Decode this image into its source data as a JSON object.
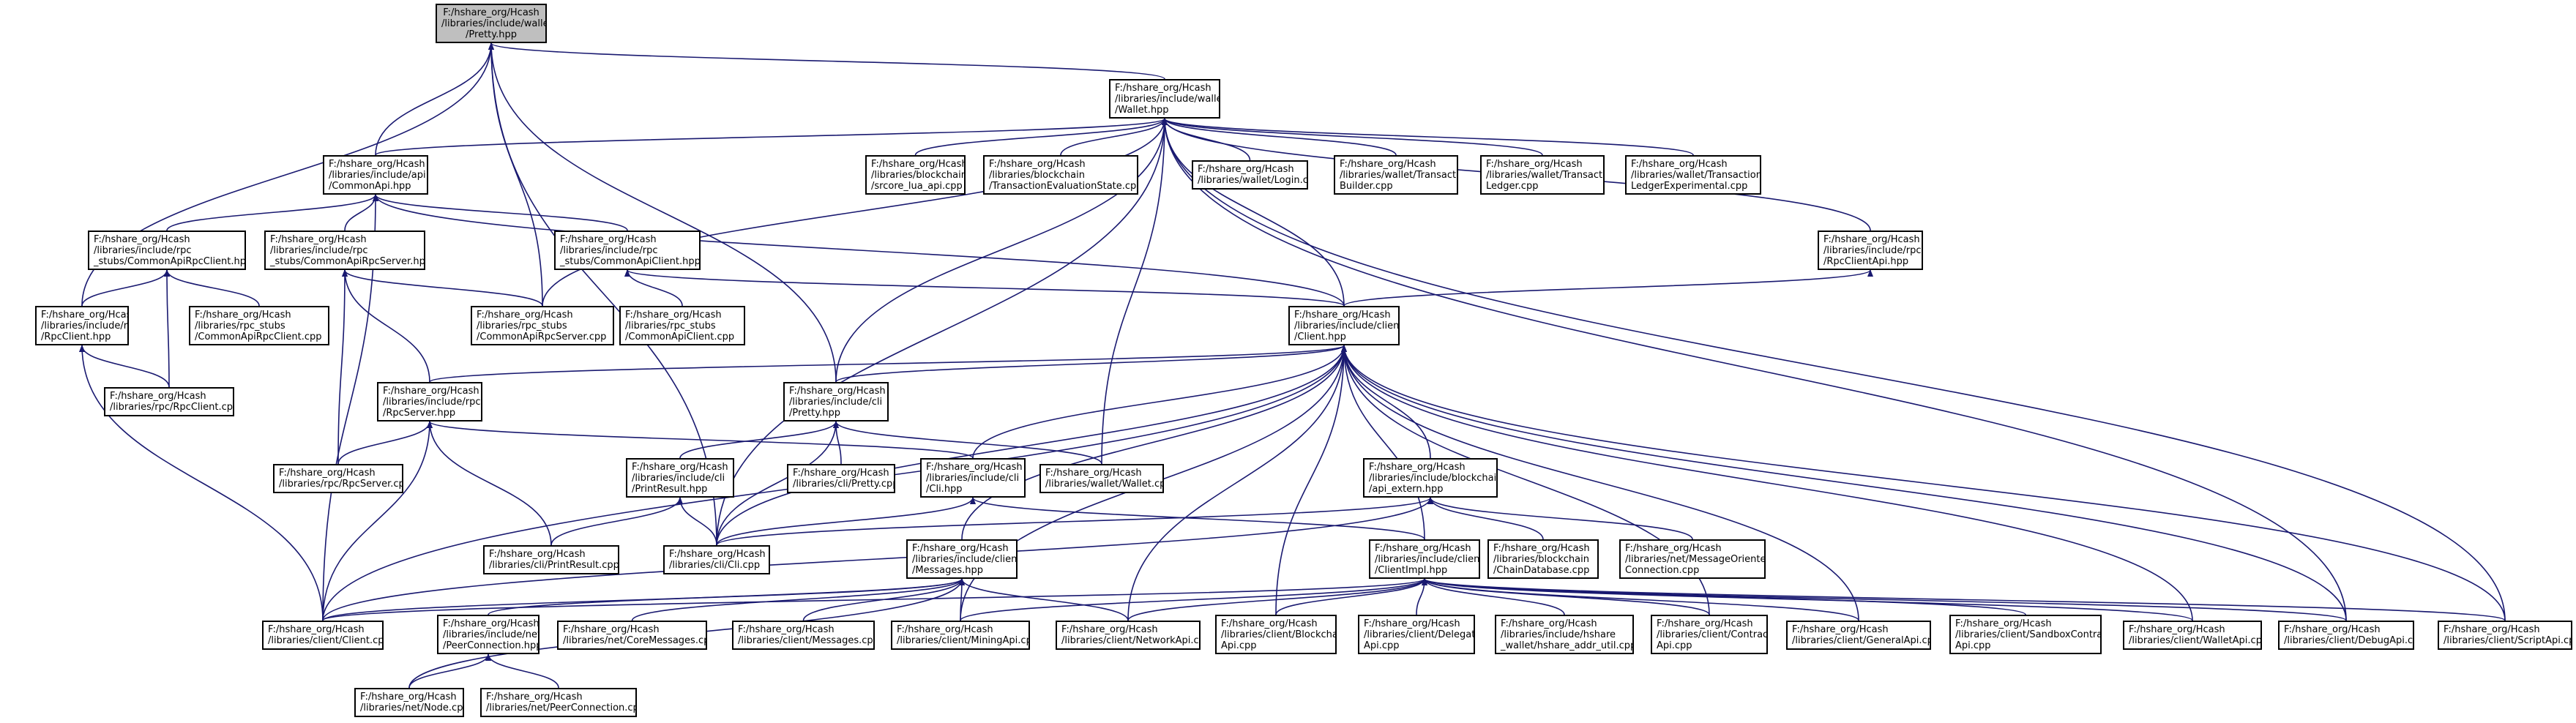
{
  "colors": {
    "edge": "#191970",
    "root_fill": "#bfbfbf",
    "node_fill": "#ffffff",
    "border": "#000000"
  },
  "nodes": {
    "pretty_hpp_root": [
      "F:/hshare_org/Hcash",
      "/libraries/include/wallet",
      "/Pretty.hpp"
    ],
    "wallet_hpp": [
      "F:/hshare_org/Hcash",
      "/libraries/include/wallet",
      "/Wallet.hpp"
    ],
    "common_api_hpp": [
      "F:/hshare_org/Hcash",
      "/libraries/include/api",
      "/CommonApi.hpp"
    ],
    "srcore_lua_api_cpp": [
      "F:/hshare_org/Hcash",
      "/libraries/blockchain",
      "/srcore_lua_api.cpp"
    ],
    "transaction_eval_state_cpp": [
      "F:/hshare_org/Hcash",
      "/libraries/blockchain",
      "/TransactionEvaluationState.cpp"
    ],
    "login_cpp": [
      "F:/hshare_org/Hcash",
      "/libraries/wallet/Login.cpp"
    ],
    "transaction_builder_cpp": [
      "F:/hshare_org/Hcash",
      "/libraries/wallet/Transaction",
      "Builder.cpp"
    ],
    "transaction_ledger_cpp": [
      "F:/hshare_org/Hcash",
      "/libraries/wallet/Transaction",
      "Ledger.cpp"
    ],
    "transaction_ledger_exp_cpp": [
      "F:/hshare_org/Hcash",
      "/libraries/wallet/Transaction",
      "LedgerExperimental.cpp"
    ],
    "common_api_rpc_client_hpp": [
      "F:/hshare_org/Hcash",
      "/libraries/include/rpc",
      "_stubs/CommonApiRpcClient.hpp"
    ],
    "common_api_rpc_server_hpp": [
      "F:/hshare_org/Hcash",
      "/libraries/include/rpc",
      "_stubs/CommonApiRpcServer.hpp"
    ],
    "common_api_client_hpp": [
      "F:/hshare_org/Hcash",
      "/libraries/include/rpc",
      "_stubs/CommonApiClient.hpp"
    ],
    "rpc_client_api_hpp": [
      "F:/hshare_org/Hcash",
      "/libraries/include/rpc",
      "/RpcClientApi.hpp"
    ],
    "rpc_client_hpp": [
      "F:/hshare_org/Hcash",
      "/libraries/include/rpc",
      "/RpcClient.hpp"
    ],
    "common_api_rpc_client_cpp": [
      "F:/hshare_org/Hcash",
      "/libraries/rpc_stubs",
      "/CommonApiRpcClient.cpp"
    ],
    "common_api_rpc_server_cpp": [
      "F:/hshare_org/Hcash",
      "/libraries/rpc_stubs",
      "/CommonApiRpcServer.cpp"
    ],
    "common_api_client_cpp": [
      "F:/hshare_org/Hcash",
      "/libraries/rpc_stubs",
      "/CommonApiClient.cpp"
    ],
    "client_hpp": [
      "F:/hshare_org/Hcash",
      "/libraries/include/client",
      "/Client.hpp"
    ],
    "rpc_client_cpp": [
      "F:/hshare_org/Hcash",
      "/libraries/rpc/RpcClient.cpp"
    ],
    "rpc_server_hpp": [
      "F:/hshare_org/Hcash",
      "/libraries/include/rpc",
      "/RpcServer.hpp"
    ],
    "cli_pretty_hpp": [
      "F:/hshare_org/Hcash",
      "/libraries/include/cli",
      "/Pretty.hpp"
    ],
    "rpc_server_cpp": [
      "F:/hshare_org/Hcash",
      "/libraries/rpc/RpcServer.cpp"
    ],
    "print_result_hpp": [
      "F:/hshare_org/Hcash",
      "/libraries/include/cli",
      "/PrintResult.hpp"
    ],
    "cli_pretty_cpp": [
      "F:/hshare_org/Hcash",
      "/libraries/cli/Pretty.cpp"
    ],
    "cli_hpp": [
      "F:/hshare_org/Hcash",
      "/libraries/include/cli",
      "/Cli.hpp"
    ],
    "wallet_cpp": [
      "F:/hshare_org/Hcash",
      "/libraries/wallet/Wallet.cpp"
    ],
    "api_extern_hpp": [
      "F:/hshare_org/Hcash",
      "/libraries/include/blockchain",
      "/api_extern.hpp"
    ],
    "print_result_cpp": [
      "F:/hshare_org/Hcash",
      "/libraries/cli/PrintResult.cpp"
    ],
    "cli_cpp": [
      "F:/hshare_org/Hcash",
      "/libraries/cli/Cli.cpp"
    ],
    "chain_database_cpp": [
      "F:/hshare_org/Hcash",
      "/libraries/blockchain",
      "/ChainDatabase.cpp"
    ],
    "message_oriented_connection_cpp": [
      "F:/hshare_org/Hcash",
      "/libraries/net/MessageOriented",
      "Connection.cpp"
    ],
    "messages_hpp": [
      "F:/hshare_org/Hcash",
      "/libraries/include/client",
      "/Messages.hpp"
    ],
    "client_impl_hpp": [
      "F:/hshare_org/Hcash",
      "/libraries/include/client",
      "/ClientImpl.hpp"
    ],
    "client_cpp": [
      "F:/hshare_org/Hcash",
      "/libraries/client/Client.cpp"
    ],
    "peer_connection_hpp": [
      "F:/hshare_org/Hcash",
      "/libraries/include/net",
      "/PeerConnection.hpp"
    ],
    "core_messages_cpp": [
      "F:/hshare_org/Hcash",
      "/libraries/net/CoreMessages.cpp"
    ],
    "messages_cpp": [
      "F:/hshare_org/Hcash",
      "/libraries/client/Messages.cpp"
    ],
    "mining_api_cpp": [
      "F:/hshare_org/Hcash",
      "/libraries/client/MiningApi.cpp"
    ],
    "network_api_cpp": [
      "F:/hshare_org/Hcash",
      "/libraries/client/NetworkApi.cpp"
    ],
    "blockchain_api_cpp": [
      "F:/hshare_org/Hcash",
      "/libraries/client/Blockchain",
      "Api.cpp"
    ],
    "delegate_api_cpp": [
      "F:/hshare_org/Hcash",
      "/libraries/client/Delegate",
      "Api.cpp"
    ],
    "hshare_addr_util_cpp": [
      "F:/hshare_org/Hcash",
      "/libraries/include/hshare",
      "_wallet/hshare_addr_util.cpp"
    ],
    "contract_api_cpp": [
      "F:/hshare_org/Hcash",
      "/libraries/client/Contract",
      "Api.cpp"
    ],
    "general_api_cpp": [
      "F:/hshare_org/Hcash",
      "/libraries/client/GeneralApi.cpp"
    ],
    "sandbox_contract_api_cpp": [
      "F:/hshare_org/Hcash",
      "/libraries/client/SandboxContract",
      "Api.cpp"
    ],
    "wallet_api_cpp": [
      "F:/hshare_org/Hcash",
      "/libraries/client/WalletApi.cpp"
    ],
    "debug_api_cpp": [
      "F:/hshare_org/Hcash",
      "/libraries/client/DebugApi.cpp"
    ],
    "script_api_cpp": [
      "F:/hshare_org/Hcash",
      "/libraries/client/ScriptApi.cpp"
    ],
    "node_cpp": [
      "F:/hshare_org/Hcash",
      "/libraries/net/Node.cpp"
    ],
    "peer_connection_cpp": [
      "F:/hshare_org/Hcash",
      "/libraries/net/PeerConnection.cpp"
    ]
  },
  "edges": [
    [
      "wallet_hpp",
      "pretty_hpp_root"
    ],
    [
      "common_api_hpp",
      "pretty_hpp_root"
    ],
    [
      "rpc_client_hpp",
      "pretty_hpp_root"
    ],
    [
      "common_api_rpc_server_cpp",
      "pretty_hpp_root"
    ],
    [
      "cli_pretty_hpp",
      "pretty_hpp_root"
    ],
    [
      "cli_cpp",
      "pretty_hpp_root"
    ],
    [
      "common_api_hpp",
      "wallet_hpp"
    ],
    [
      "srcore_lua_api_cpp",
      "wallet_hpp"
    ],
    [
      "transaction_eval_state_cpp",
      "wallet_hpp"
    ],
    [
      "login_cpp",
      "wallet_hpp"
    ],
    [
      "transaction_builder_cpp",
      "wallet_hpp"
    ],
    [
      "transaction_ledger_cpp",
      "wallet_hpp"
    ],
    [
      "transaction_ledger_exp_cpp",
      "wallet_hpp"
    ],
    [
      "rpc_client_api_hpp",
      "wallet_hpp"
    ],
    [
      "client_hpp",
      "wallet_hpp"
    ],
    [
      "common_api_rpc_server_cpp",
      "wallet_hpp"
    ],
    [
      "cli_pretty_hpp",
      "wallet_hpp"
    ],
    [
      "wallet_cpp",
      "wallet_hpp"
    ],
    [
      "cli_cpp",
      "wallet_hpp"
    ],
    [
      "debug_api_cpp",
      "wallet_hpp"
    ],
    [
      "script_api_cpp",
      "wallet_hpp"
    ],
    [
      "common_api_rpc_client_hpp",
      "common_api_hpp"
    ],
    [
      "common_api_rpc_server_hpp",
      "common_api_hpp"
    ],
    [
      "common_api_client_hpp",
      "common_api_hpp"
    ],
    [
      "client_hpp",
      "common_api_hpp"
    ],
    [
      "client_cpp",
      "common_api_hpp"
    ],
    [
      "rpc_client_hpp",
      "common_api_rpc_client_hpp"
    ],
    [
      "common_api_rpc_client_cpp",
      "common_api_rpc_client_hpp"
    ],
    [
      "rpc_client_cpp",
      "common_api_rpc_client_hpp"
    ],
    [
      "common_api_rpc_server_cpp",
      "common_api_rpc_server_hpp"
    ],
    [
      "rpc_server_hpp",
      "common_api_rpc_server_hpp"
    ],
    [
      "rpc_server_cpp",
      "common_api_rpc_server_hpp"
    ],
    [
      "common_api_client_cpp",
      "common_api_client_hpp"
    ],
    [
      "client_hpp",
      "common_api_client_hpp"
    ],
    [
      "client_hpp",
      "rpc_client_api_hpp"
    ],
    [
      "rpc_client_cpp",
      "rpc_client_hpp"
    ],
    [
      "client_cpp",
      "rpc_client_hpp"
    ],
    [
      "rpc_server_hpp",
      "client_hpp"
    ],
    [
      "cli_pretty_hpp",
      "client_hpp"
    ],
    [
      "cli_hpp",
      "client_hpp"
    ],
    [
      "api_extern_hpp",
      "client_hpp"
    ],
    [
      "messages_hpp",
      "client_hpp"
    ],
    [
      "client_impl_hpp",
      "client_hpp"
    ],
    [
      "client_cpp",
      "client_hpp"
    ],
    [
      "mining_api_cpp",
      "client_hpp"
    ],
    [
      "network_api_cpp",
      "client_hpp"
    ],
    [
      "blockchain_api_cpp",
      "client_hpp"
    ],
    [
      "contract_api_cpp",
      "client_hpp"
    ],
    [
      "general_api_cpp",
      "client_hpp"
    ],
    [
      "wallet_api_cpp",
      "client_hpp"
    ],
    [
      "debug_api_cpp",
      "client_hpp"
    ],
    [
      "script_api_cpp",
      "client_hpp"
    ],
    [
      "cli_cpp",
      "client_hpp"
    ],
    [
      "rpc_server_cpp",
      "rpc_server_hpp"
    ],
    [
      "print_result_cpp",
      "rpc_server_hpp"
    ],
    [
      "client_cpp",
      "rpc_server_hpp"
    ],
    [
      "cli_hpp",
      "rpc_server_hpp"
    ],
    [
      "print_result_hpp",
      "cli_pretty_hpp"
    ],
    [
      "cli_pretty_cpp",
      "cli_pretty_hpp"
    ],
    [
      "wallet_cpp",
      "cli_pretty_hpp"
    ],
    [
      "cli_cpp",
      "cli_pretty_hpp"
    ],
    [
      "print_result_cpp",
      "print_result_hpp"
    ],
    [
      "cli_cpp",
      "print_result_hpp"
    ],
    [
      "cli_cpp",
      "cli_hpp"
    ],
    [
      "client_impl_hpp",
      "cli_hpp"
    ],
    [
      "chain_database_cpp",
      "api_extern_hpp"
    ],
    [
      "message_oriented_connection_cpp",
      "api_extern_hpp"
    ],
    [
      "cli_cpp",
      "api_extern_hpp"
    ],
    [
      "client_cpp",
      "api_extern_hpp"
    ],
    [
      "client_cpp",
      "messages_hpp"
    ],
    [
      "peer_connection_hpp",
      "messages_hpp"
    ],
    [
      "core_messages_cpp",
      "messages_hpp"
    ],
    [
      "messages_cpp",
      "messages_hpp"
    ],
    [
      "mining_api_cpp",
      "messages_hpp"
    ],
    [
      "network_api_cpp",
      "messages_hpp"
    ],
    [
      "node_cpp",
      "messages_hpp"
    ],
    [
      "client_cpp",
      "client_impl_hpp"
    ],
    [
      "mining_api_cpp",
      "client_impl_hpp"
    ],
    [
      "network_api_cpp",
      "client_impl_hpp"
    ],
    [
      "blockchain_api_cpp",
      "client_impl_hpp"
    ],
    [
      "delegate_api_cpp",
      "client_impl_hpp"
    ],
    [
      "hshare_addr_util_cpp",
      "client_impl_hpp"
    ],
    [
      "contract_api_cpp",
      "client_impl_hpp"
    ],
    [
      "general_api_cpp",
      "client_impl_hpp"
    ],
    [
      "sandbox_contract_api_cpp",
      "client_impl_hpp"
    ],
    [
      "wallet_api_cpp",
      "client_impl_hpp"
    ],
    [
      "debug_api_cpp",
      "client_impl_hpp"
    ],
    [
      "script_api_cpp",
      "client_impl_hpp"
    ],
    [
      "node_cpp",
      "peer_connection_hpp"
    ],
    [
      "peer_connection_cpp",
      "peer_connection_hpp"
    ]
  ]
}
